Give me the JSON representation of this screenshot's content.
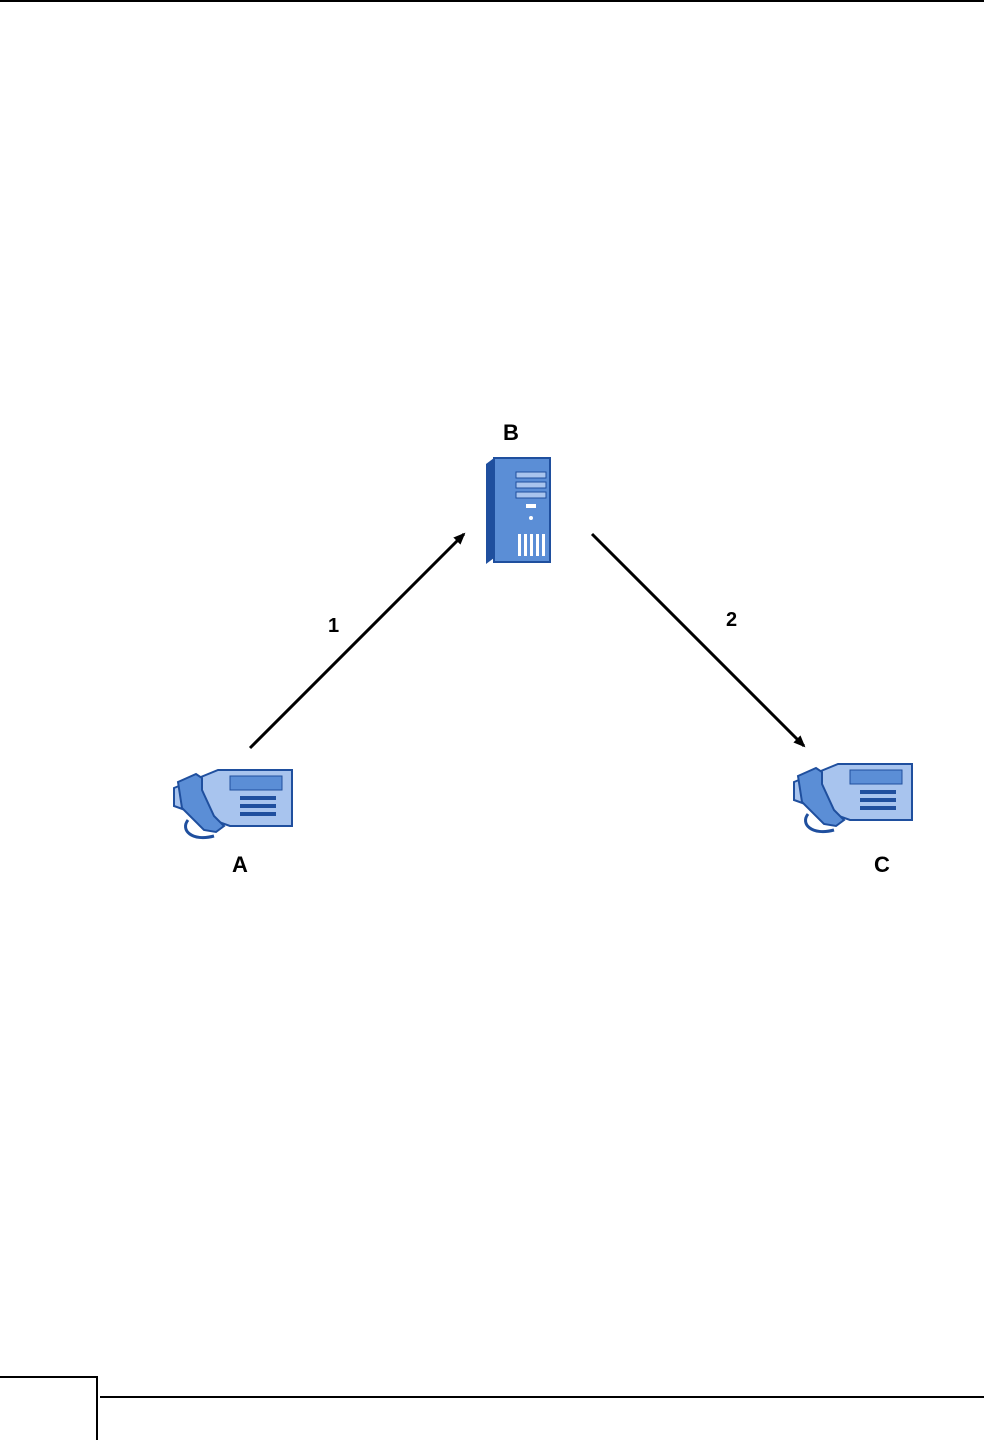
{
  "diagram": {
    "nodes": {
      "a": {
        "label": "A",
        "icon": "phone-icon"
      },
      "b": {
        "label": "B",
        "icon": "server-icon"
      },
      "c": {
        "label": "C",
        "icon": "phone-icon"
      }
    },
    "edges": [
      {
        "label": "1",
        "from": "A",
        "to": "B"
      },
      {
        "label": "2",
        "from": "B",
        "to": "C"
      }
    ],
    "colors": {
      "device_fill": "#5b8ed6",
      "device_light": "#a8c4ee",
      "device_dark": "#1f4f9e",
      "arrow": "#000000"
    }
  }
}
